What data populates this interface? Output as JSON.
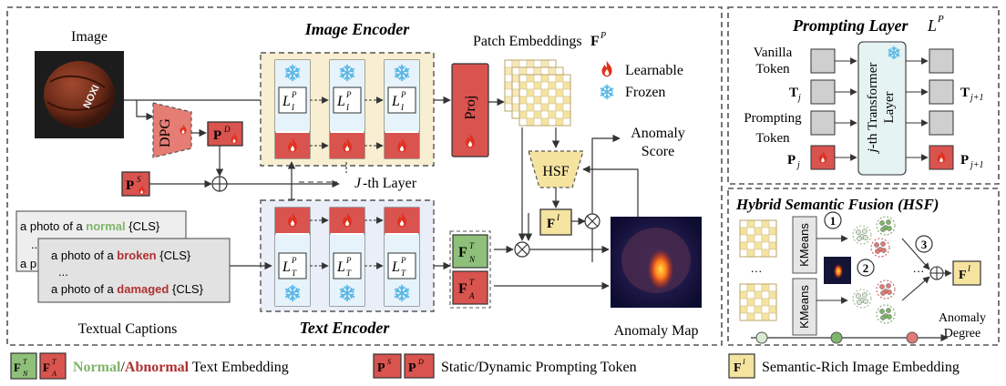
{
  "main": {
    "image_label": "Image",
    "dpg_label": "DPG",
    "image_encoder_title": "Image Encoder",
    "text_encoder_title": "Text Encoder",
    "patch_embeddings_label": "Patch Embeddings",
    "patch_embeddings_symbol": "F",
    "patch_embeddings_sup": "P",
    "proj_label": "Proj",
    "legend_learnable": "Learnable",
    "legend_frozen": "Frozen",
    "anomaly_score_line1": "Anomaly",
    "anomaly_score_line2": "Score",
    "hsf_label": "HSF",
    "jth_layer_label": "-th Layer",
    "jth_layer_var": "J",
    "layer_symbol": "L",
    "layer_sup": "P",
    "layer_sub_image": "I",
    "layer_sub_text": "T",
    "pd_sym": "P",
    "pd_sup": "D",
    "ps_sup": "S",
    "fi_sym": "F",
    "fi_sup": "I",
    "fn_sym": "F",
    "fn_sup": "T",
    "fn_sub": "N",
    "fa_sub": "A",
    "caption_normal_prefix": "a photo of a ",
    "caption_normal_word": "normal",
    "caption_cls": " {CLS}",
    "caption_dots": "...",
    "caption_back_prefix": "a p",
    "caption_broken_prefix": "a photo of a ",
    "caption_broken_word": "broken",
    "caption_damaged_prefix": "a photo of a ",
    "caption_damaged_word": "damaged",
    "textual_captions_label": "Textual Captions",
    "anomaly_map_label": "Anomaly Map",
    "ball_text": "NOXI"
  },
  "prompting_layer": {
    "title": "Prompting Layer",
    "title_sym": "L",
    "title_sup": "P",
    "vanilla_line1": "Vanilla",
    "vanilla_line2": "Token",
    "tj_sym": "T",
    "tj_sub": "j",
    "prompting_line1": "Prompting",
    "prompting_line2": "Token",
    "pj_sym": "P",
    "pj_sub": "j",
    "transformer_line1": "-th Transformer",
    "transformer_line2": "Layer",
    "transformer_var": "j",
    "out_tj_sub": "j+1",
    "out_pj_sub": "j+1"
  },
  "hsf_panel": {
    "title": "Hybrid Semantic Fusion (HSF)",
    "kmeans_label": "KMeans",
    "step1": "1",
    "step2": "2",
    "step3": "3",
    "dots": "···",
    "fi_sym": "F",
    "fi_sup": "I",
    "anomaly_degree_line1": "Anomaly",
    "anomaly_degree_line2": "Degree"
  },
  "legend": {
    "text_embedding_normal": "Normal",
    "text_embedding_sep": "/",
    "text_embedding_abnormal": "Abnormal",
    "text_embedding_rest": " Text Embedding",
    "prompting_token_label": "Static/Dynamic Prompting Token",
    "semantic_label": "Semantic-Rich Image Embedding"
  },
  "colors": {
    "learnable_red": "#d9534f",
    "frozen_blue": "#5bb8e6",
    "normal_green": "#7fb56a",
    "abnormal_red": "#b03030",
    "image_encoder_bg": "#f8efd2",
    "text_encoder_bg": "#e9eef8",
    "hsf_yellow": "#f5e3a0"
  }
}
